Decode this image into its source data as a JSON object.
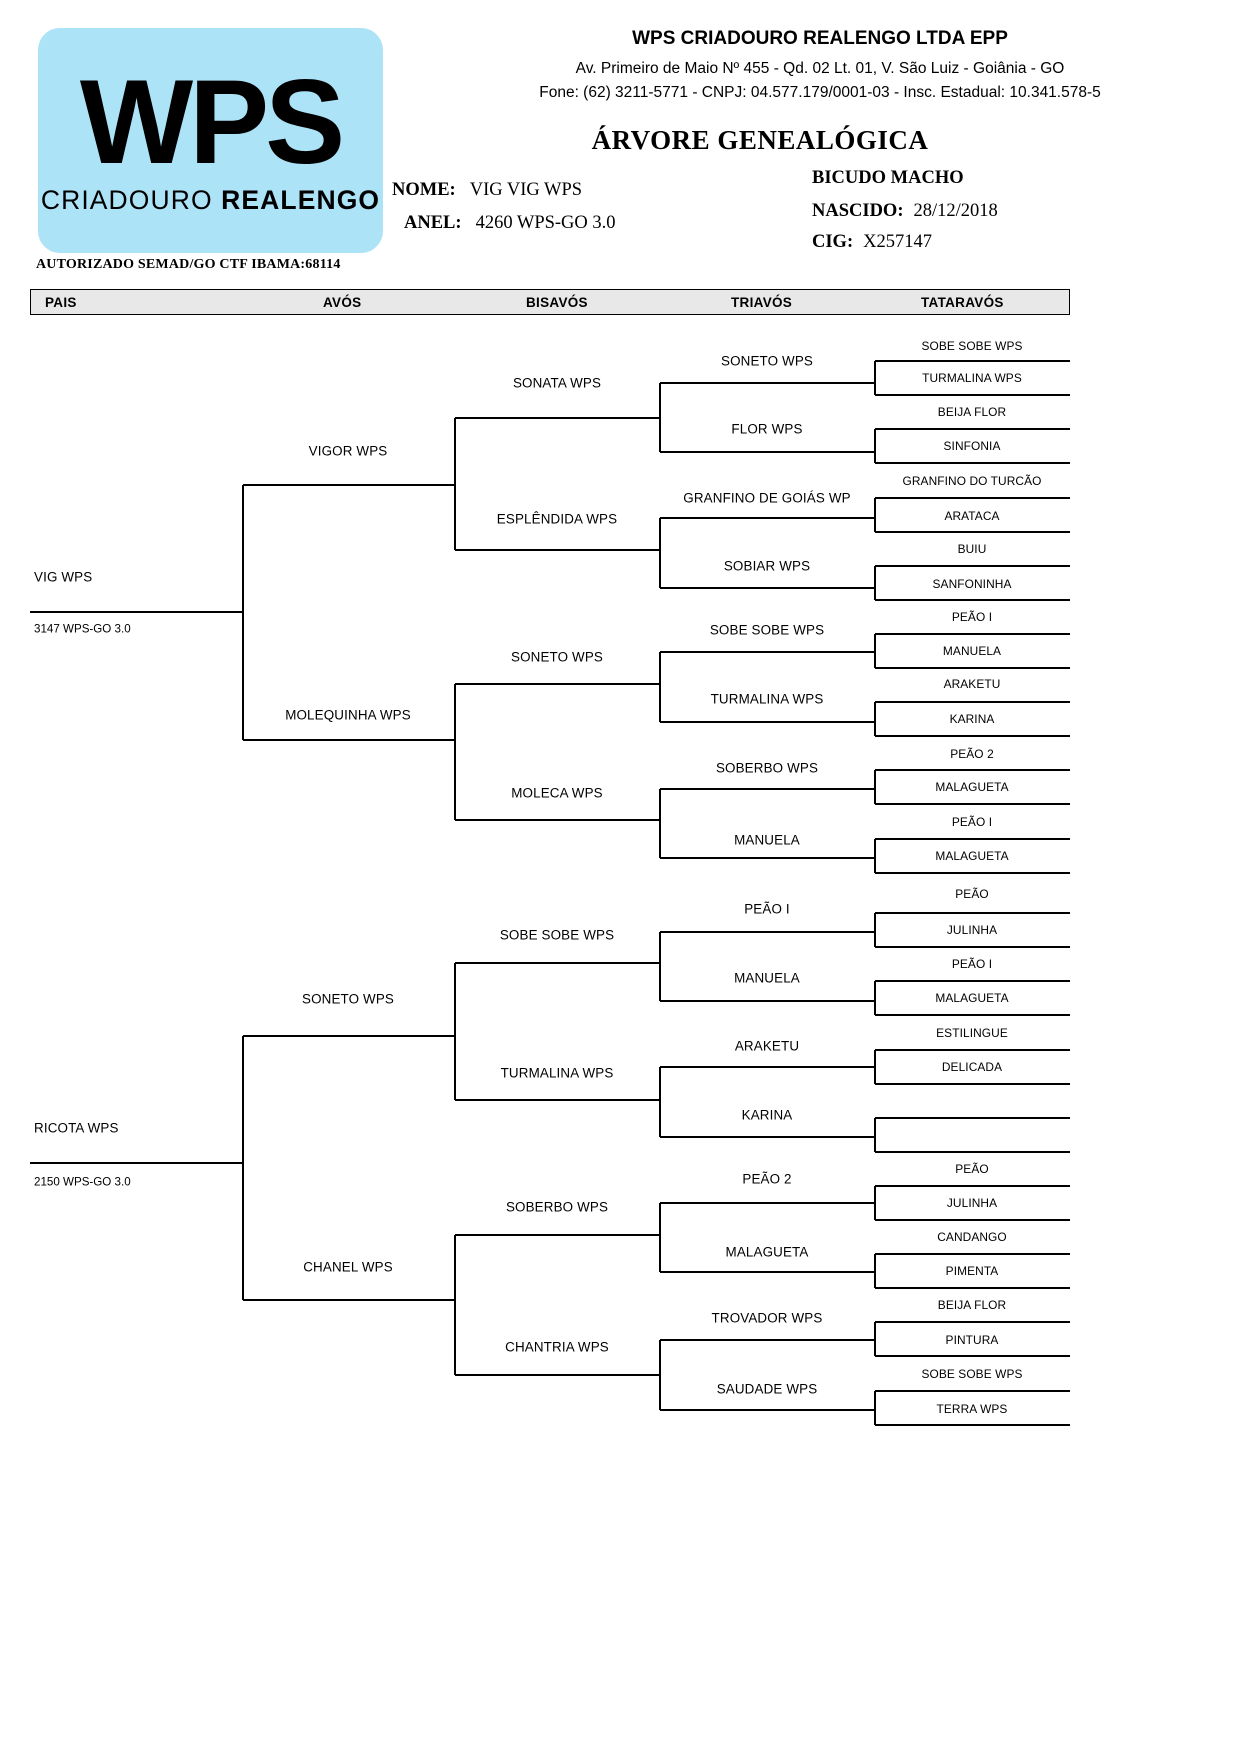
{
  "header": {
    "logo": {
      "main": "WPS",
      "sub_thin": "CRIADOURO ",
      "sub_bold": "REALENGO"
    },
    "company_name": "WPS CRIADOURO REALENGO LTDA EPP",
    "address_line1": "Av. Primeiro de Maio Nº 455 - Qd. 02 Lt. 01, V. São Luiz  - Goiânia - GO",
    "address_line2": "Fone: (62) 3211-5771  -  CNPJ: 04.577.179/0001-03  -  Insc. Estadual: 10.341.578-5",
    "doc_title": "ÁRVORE  GENEALÓGICA",
    "fields": {
      "nome_label": "NOME:",
      "nome_value": "VIG VIG WPS",
      "anel_label": "ANEL:",
      "anel_value": "4260 WPS-GO 3.0",
      "species_sex": "BICUDO MACHO",
      "nascido_label": "NASCIDO:",
      "nascido_value": "28/12/2018",
      "cig_label": "CIG:",
      "cig_value": "X257147"
    },
    "authorized": "AUTORIZADO SEMAD/GO CTF IBAMA:68114"
  },
  "columns": {
    "pais": "PAIS",
    "avos": "AVÓS",
    "bisavos": "BISAVÓS",
    "triavos": "TRIAVÓS",
    "tataravos": "TATARAVÓS"
  },
  "tree": {
    "pais": [
      {
        "name": "VIG WPS",
        "ring": "3147 WPS-GO 3.0"
      },
      {
        "name": "RICOTA WPS",
        "ring": "2150 WPS-GO 3.0"
      }
    ],
    "avos": [
      "VIGOR WPS",
      "MOLEQUINHA WPS",
      "SONETO WPS",
      "CHANEL WPS"
    ],
    "bisavos": [
      "SONATA WPS",
      "ESPLÊNDIDA WPS",
      "SONETO WPS",
      "MOLECA WPS",
      "SOBE SOBE WPS",
      "TURMALINA WPS",
      "SOBERBO WPS",
      "CHANTRIA WPS"
    ],
    "triavos": [
      "SONETO WPS",
      "FLOR WPS",
      "GRANFINO DE GOIÁS WP",
      "SOBIAR WPS",
      "SOBE SOBE WPS",
      "TURMALINA WPS",
      "SOBERBO WPS",
      "MANUELA",
      "PEÃO I",
      "MANUELA",
      "ARAKETU",
      "KARINA",
      "PEÃO 2",
      "MALAGUETA",
      "TROVADOR WPS",
      "SAUDADE WPS"
    ],
    "tataravos": [
      "SOBE SOBE WPS",
      "TURMALINA WPS",
      "BEIJA FLOR",
      "SINFONIA",
      "GRANFINO DO TURCÃO",
      "ARATACA",
      "BUIU",
      "SANFONINHA",
      "PEÃO I",
      "MANUELA",
      "ARAKETU",
      "KARINA",
      "PEÃO 2",
      "MALAGUETA",
      "PEÃO I",
      "MALAGUETA",
      "PEÃO",
      "JULINHA",
      "PEÃO I",
      "MALAGUETA",
      "ESTILINGUE",
      "DELICADA",
      "",
      "",
      "PEÃO",
      "JULINHA",
      "CANDANGO",
      "PIMENTA",
      "BEIJA FLOR",
      "PINTURA",
      "SOBE SOBE WPS",
      "TERRA WPS"
    ]
  }
}
